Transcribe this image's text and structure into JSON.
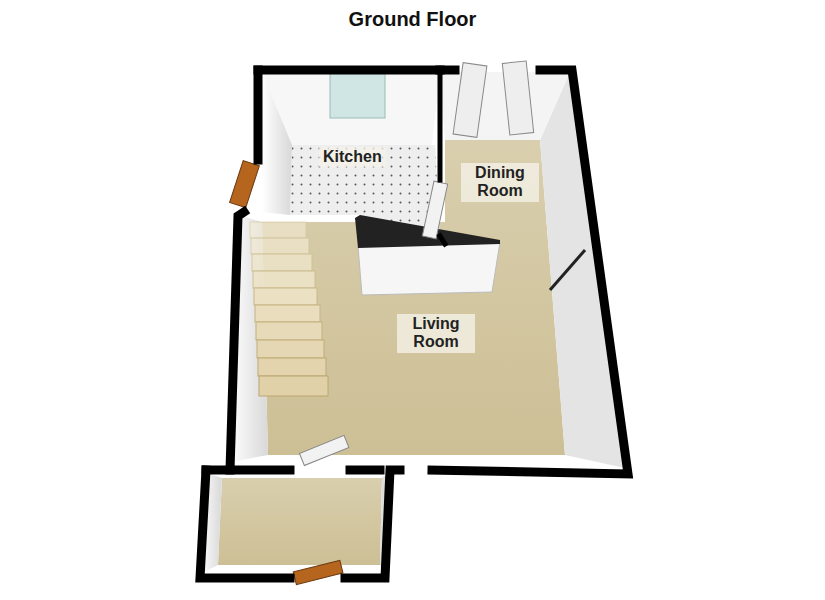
{
  "diagram": {
    "title": "Ground Floor",
    "nodes": [
      {
        "text": [
          "Kitchen"
        ]
      },
      {
        "text": [
          "Dining Room"
        ]
      },
      {
        "text": [
          "Living Room"
        ]
      }
    ]
  }
}
